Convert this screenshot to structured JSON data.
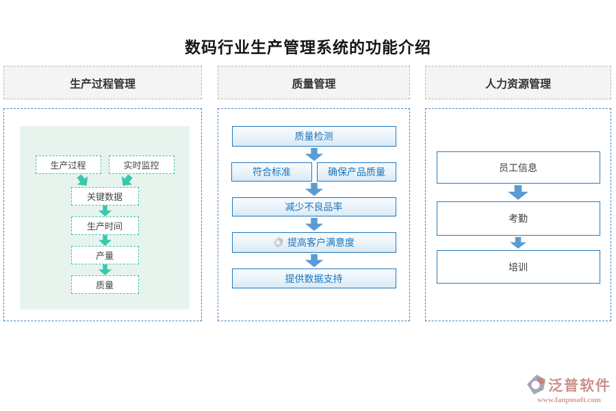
{
  "title": "数码行业生产管理系统的功能介绍",
  "colors": {
    "teal_border": "#35c3aa",
    "teal_arrow": "#3cc7ae",
    "green_panel_bg": "#e7f4ee",
    "blue_border": "#1b75bb",
    "blue_arrow": "#5b9bd5",
    "header_bg": "#f4f4f4",
    "container_dash": "#4180bd",
    "brand_red": "#c4847e"
  },
  "columns": [
    {
      "header": "生产过程管理",
      "sources": [
        "生产过程",
        "实时监控"
      ],
      "chain": [
        "关键数据",
        "生产时间",
        "产量",
        "质量"
      ]
    },
    {
      "header": "质量管理",
      "top": "质量检测",
      "pair": [
        "符合标准",
        "确保产品质量"
      ],
      "chain": [
        "减少不良品率",
        "提高客户满意度",
        "提供数据支持"
      ]
    },
    {
      "header": "人力资源管理",
      "chain": [
        "员工信息",
        "考勤",
        "培训"
      ]
    }
  ],
  "footer": {
    "brand": "泛普软件",
    "website": "www.fanpusoft.com"
  }
}
